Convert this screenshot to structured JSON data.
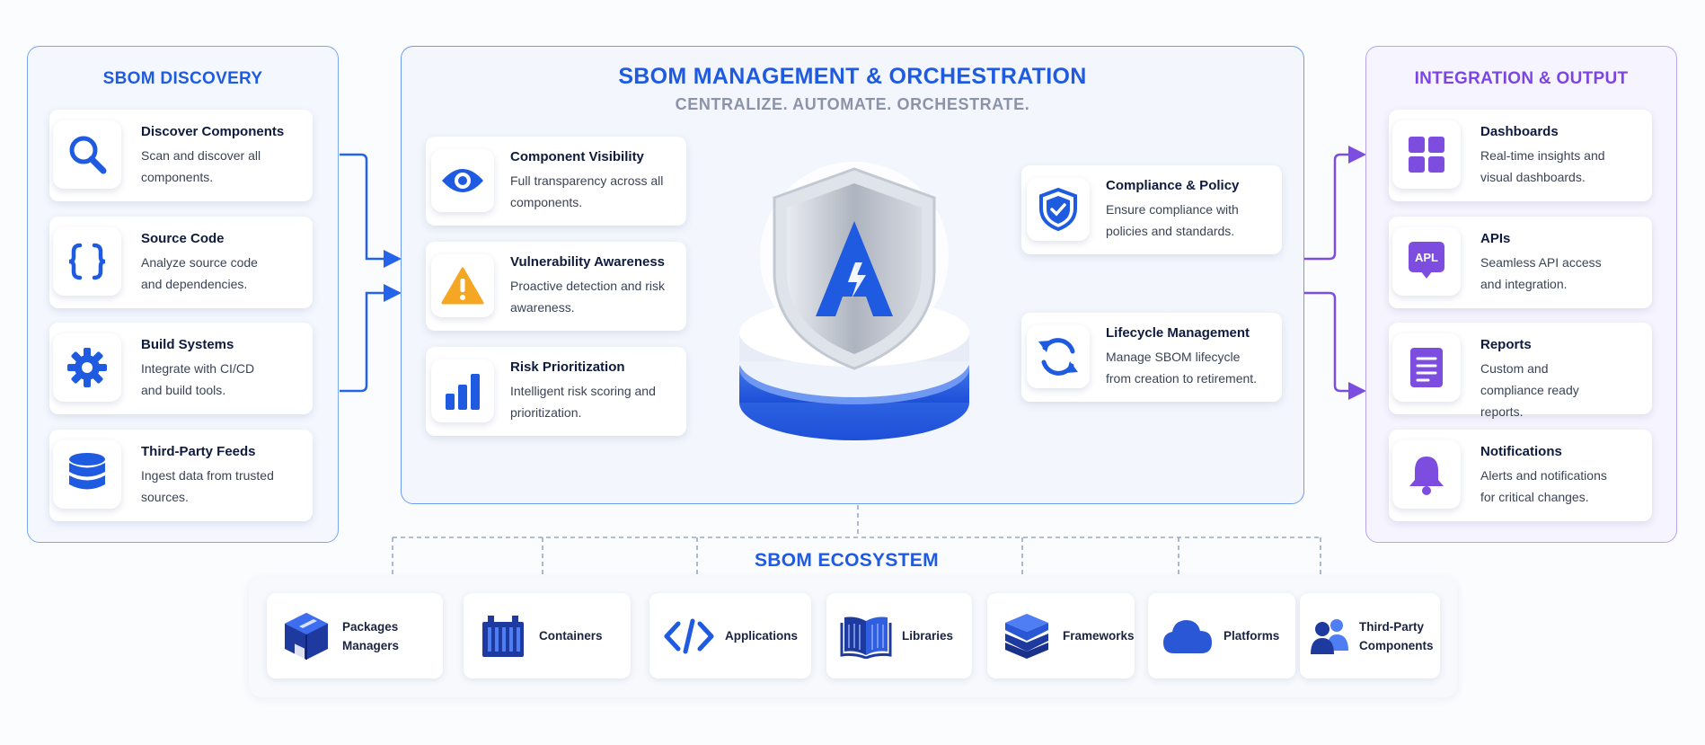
{
  "discovery": {
    "title": "SBOM DISCOVERY",
    "items": [
      {
        "title": "Discover Components",
        "desc": "Scan and discover all components.",
        "icon": "search-icon"
      },
      {
        "title": "Source Code",
        "desc": "Analyze source code and dependencies.",
        "icon": "code-braces-icon"
      },
      {
        "title": "Build Systems",
        "desc": "Integrate with CI/CD and build tools.",
        "icon": "gear-icon"
      },
      {
        "title": "Third-Party Feeds",
        "desc": "Ingest data from trusted sources.",
        "icon": "database-icon"
      }
    ]
  },
  "management": {
    "title": "SBOM MANAGEMENT & ORCHESTRATION",
    "subtitle": "CENTRALIZE. AUTOMATE. ORCHESTRATE.",
    "left_items": [
      {
        "title": "Component Visibility",
        "desc": "Full transparency across all components.",
        "icon": "eye-icon"
      },
      {
        "title": "Vulnerability Awareness",
        "desc": "Proactive detection and risk awareness.",
        "icon": "warning-icon"
      },
      {
        "title": "Risk Prioritization",
        "desc": "Intelligent risk scoring and prioritization.",
        "icon": "bar-chart-icon"
      }
    ],
    "right_items": [
      {
        "title": "Compliance & Policy",
        "desc": "Ensure compliance with policies and standards.",
        "icon": "shield-check-icon"
      },
      {
        "title": "Lifecycle Management",
        "desc": "Manage SBOM lifecycle from creation to retirement.",
        "icon": "refresh-cycle-icon"
      }
    ],
    "hub_letter": "A"
  },
  "integration": {
    "title": "INTEGRATION & OUTPUT",
    "items": [
      {
        "title": "Dashboards",
        "desc": "Real-time insights and visual dashboards.",
        "icon": "grid-icon"
      },
      {
        "title": "APIs",
        "desc": "Seamless API access and integration.",
        "icon": "api-icon",
        "badge": "APL"
      },
      {
        "title": "Reports",
        "desc": "Custom and compliance ready reports.",
        "icon": "document-icon"
      },
      {
        "title": "Notifications",
        "desc": "Alerts and notifications for critical changes.",
        "icon": "bell-icon"
      }
    ]
  },
  "ecosystem": {
    "title": "SBOM ECOSYSTEM",
    "items": [
      {
        "label": "Packages Managers",
        "icon": "package-icon"
      },
      {
        "label": "Containers",
        "icon": "container-icon"
      },
      {
        "label": "Applications",
        "icon": "code-tag-icon"
      },
      {
        "label": "Libraries",
        "icon": "book-icon"
      },
      {
        "label": "Frameworks",
        "icon": "layers-icon"
      },
      {
        "label": "Platforms",
        "icon": "cloud-icon"
      },
      {
        "label": "Third-Party Components",
        "icon": "users-icon"
      }
    ]
  },
  "colors": {
    "primary_blue": "#1f5be0",
    "accent_purple": "#7b45e3",
    "warning": "#f5a623"
  }
}
